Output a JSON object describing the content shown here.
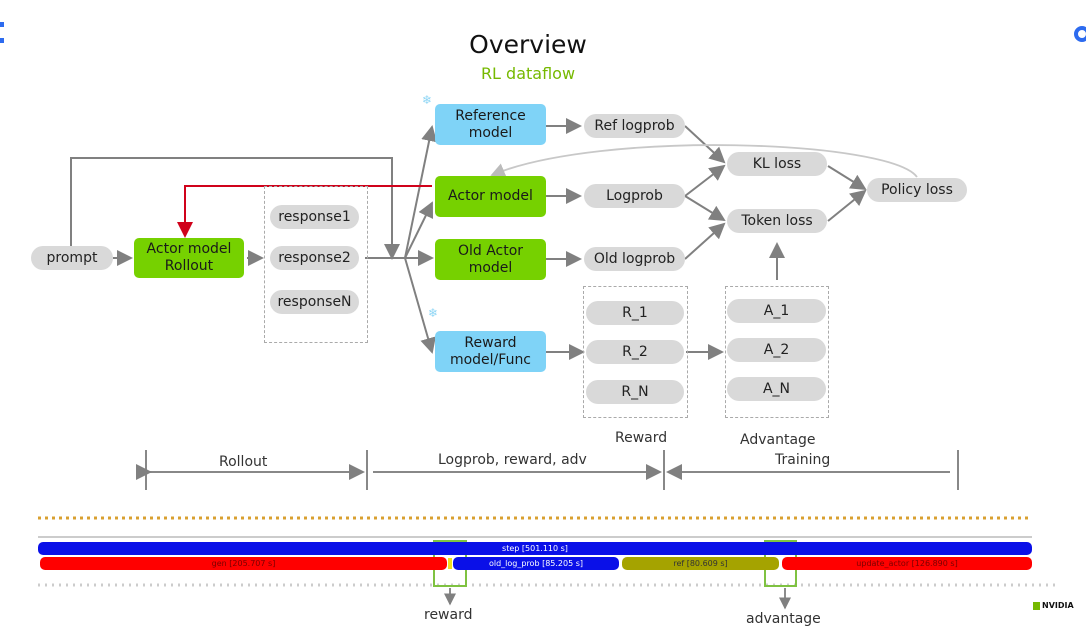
{
  "header": {
    "title": "Overview",
    "subtitle": "RL dataflow"
  },
  "nodes": {
    "prompt": "prompt",
    "actor_rollout": "Actor model\nRollout",
    "responses": [
      "response1",
      "response2",
      "responseN"
    ],
    "reference_model": "Reference\nmodel",
    "actor_model": "Actor model",
    "old_actor_model": "Old Actor\nmodel",
    "reward_model": "Reward\nmodel/Func",
    "ref_logprob": "Ref logprob",
    "logprob": "Logprob",
    "old_logprob": "Old logprob",
    "kl_loss": "KL loss",
    "token_loss": "Token loss",
    "policy_loss": "Policy loss",
    "rewards": [
      "R_1",
      "R_2",
      "R_N"
    ],
    "advantages": [
      "A_1",
      "A_2",
      "A_N"
    ],
    "reward_group_label": "Reward",
    "advantage_group_label": "Advantage"
  },
  "phases": [
    "Rollout",
    "Logprob, reward, adv",
    "Training"
  ],
  "timeline": {
    "step": "step [501.110 s]",
    "gen": "gen [205.707 s]",
    "old_log_prob": "old_log_prob [85.205 s]",
    "ref": "ref [80.609 s]",
    "update_actor": "update_actor [126.890 s]",
    "annotations": [
      "reward",
      "advantage"
    ]
  },
  "colors": {
    "green": "#76d100",
    "blue": "#7fd3f7",
    "accent": "#76b900",
    "red_edge": "#d0021b"
  },
  "branding": {
    "logo": "NVIDIA"
  }
}
